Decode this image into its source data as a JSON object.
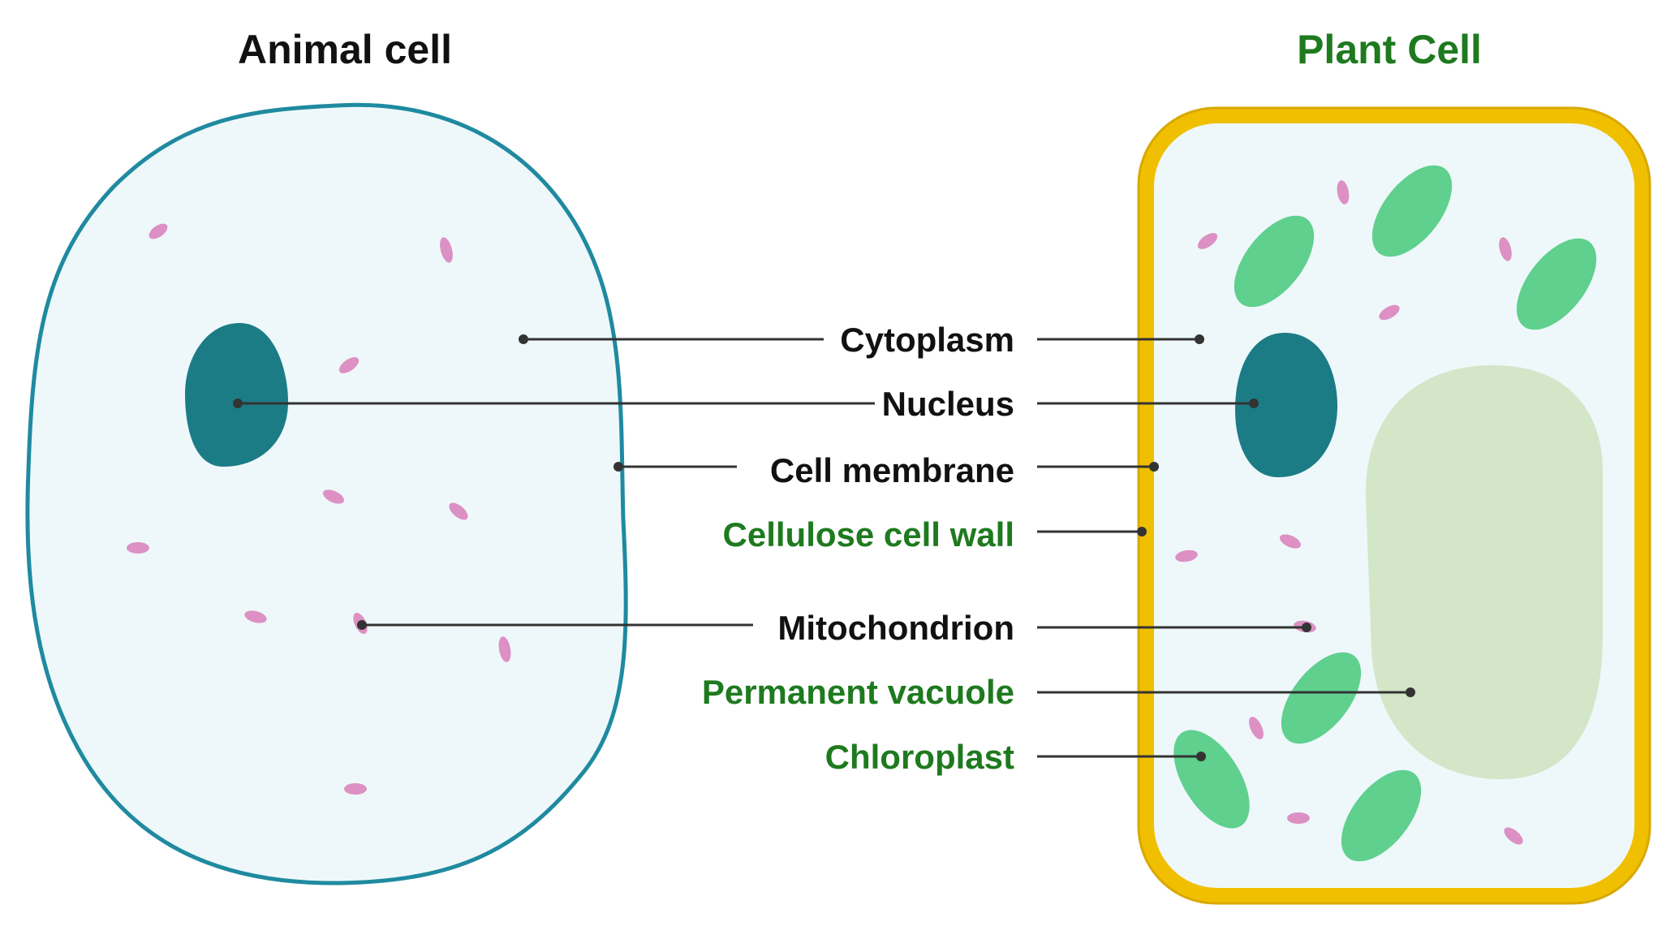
{
  "titles": {
    "animal": "Animal cell",
    "plant": "Plant Cell"
  },
  "labels": {
    "cytoplasm": "Cytoplasm",
    "nucleus": "Nucleus",
    "cell_membrane": "Cell membrane",
    "cellulose_cell_wall": "Cellulose cell wall",
    "mitochondrion": "Mitochondrion",
    "permanent_vacuole": "Permanent vacuole",
    "chloroplast": "Chloroplast"
  },
  "colors": {
    "shared_label_text": "#111111",
    "plant_only_label_text": "#1e7a1e",
    "plant_title": "#1e7a1e",
    "cytoplasm_fill": "#eef8fa",
    "animal_membrane": "#1f8aa0",
    "nucleus": "#1b7c86",
    "mitochondrion": "#dd90c4",
    "cell_wall": "#f0c000",
    "cell_wall_outline": "#d9a800",
    "chloroplast": "#5fd08d",
    "vacuole": "#d3e6c8",
    "leader_line": "#333333"
  }
}
